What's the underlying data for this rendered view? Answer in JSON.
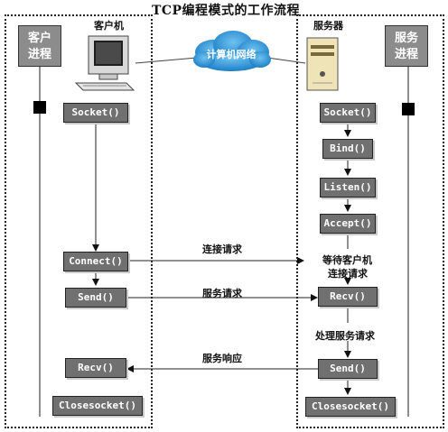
{
  "title": "TCP编程模式的工作流程",
  "client": {
    "process_label": "客户\n进程",
    "device_label": "客户机",
    "functions": [
      "Socket()",
      "Connect()",
      "Send()",
      "Recv()",
      "Closesocket()"
    ]
  },
  "network_label": "计算机网络",
  "server": {
    "process_label": "服务\n进程",
    "device_label": "服务器",
    "functions": [
      "Socket()",
      "Bind()",
      "Listen()",
      "Accept()",
      "Recv()",
      "Send()",
      "Closesocket()"
    ]
  },
  "messages": {
    "connect_request": "连接请求",
    "service_request": "服务请求",
    "service_response": "服务响应"
  },
  "server_notes": {
    "waiting": "等待客户机",
    "waiting_line2": "连接请求",
    "processing": "处理服务请求"
  }
}
